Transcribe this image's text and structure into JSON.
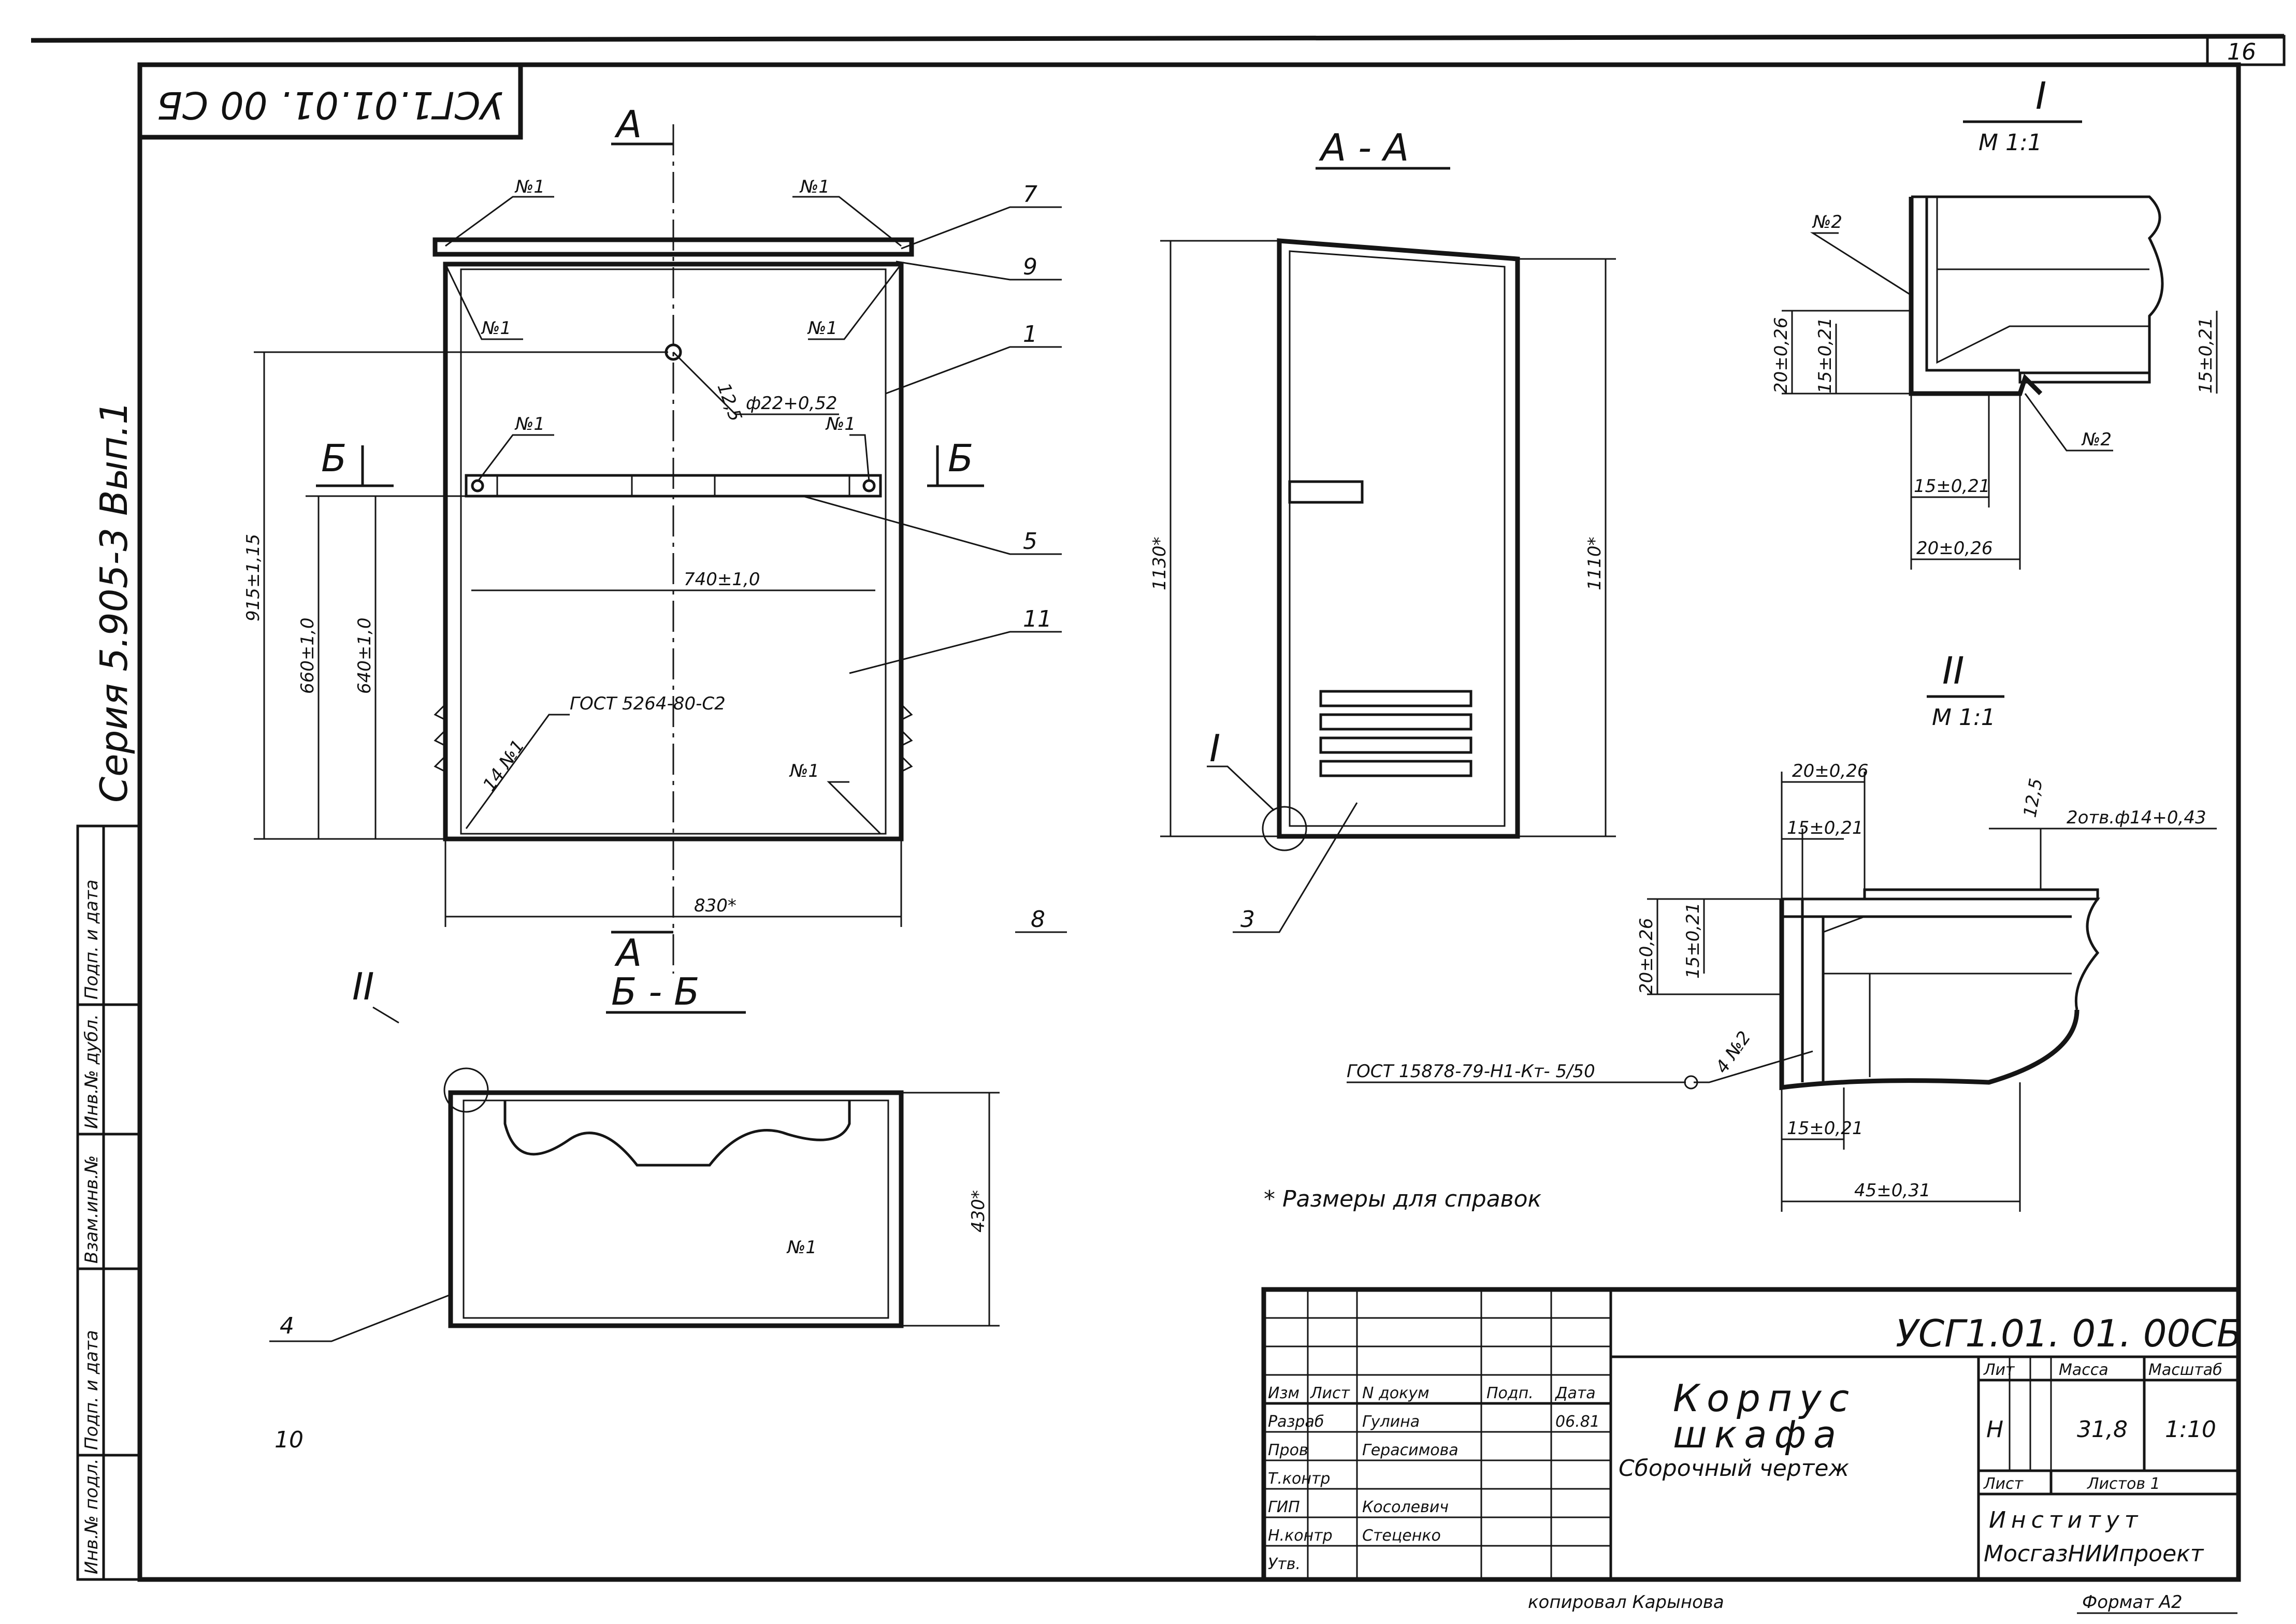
{
  "sheet": {
    "page_number": "16",
    "inverted_code": "УСГ1.01.01. 00 СБ",
    "series": "Серия 5.905-3  Вып.1",
    "copied_by": "копировал Карынова",
    "format": "Формат А2"
  },
  "side_stamp": [
    "Инв.№ подл.",
    "Подп. и дата",
    "Взам.инв.№",
    "Инв.№ дубл.",
    "Подп. и дата"
  ],
  "front_view": {
    "section_mark": "А",
    "positions": [
      "7",
      "9",
      "1",
      "5",
      "11",
      "8"
    ],
    "weld_marks": [
      "№1",
      "№1",
      "№1",
      "№1",
      "№1",
      "№1",
      "№1",
      "14 №1"
    ],
    "hole": "ф22+0,52",
    "hole_depth": "12,5",
    "dims": {
      "width_total": "830*",
      "inner_width": "740±1,0",
      "h915": "915±1,15",
      "h660": "660±1,0",
      "h640": "640±1,0"
    },
    "gost_note": "ГОСТ 5264-80-С2",
    "cut_mark": "Б"
  },
  "section_aa": {
    "title": "А - А",
    "dims": {
      "left_height": "1130*",
      "right_height": "1110*"
    },
    "detail_mark": "I",
    "position": "3"
  },
  "detail_1": {
    "title": "I",
    "scale": "М 1:1",
    "dims": [
      "20±0,26",
      "15±0,21",
      "15±0,21",
      "20±0,26",
      "15±0,21"
    ],
    "weld_marks": [
      "№2",
      "№2"
    ]
  },
  "detail_2": {
    "title": "II",
    "scale": "М 1:1",
    "dims": [
      "20±0,26",
      "15±0,21",
      "20±0,26",
      "15±0,21",
      "15±0,21",
      "45±0,31",
      "12,5"
    ],
    "holes": "2отв.ф14+0,43",
    "weld_mark": "4 №2",
    "gost_note": "ГОСТ 15878-79-Н1-Кт- 5/50"
  },
  "section_bb": {
    "title": "Б - Б",
    "detail_mark": "II",
    "depth": "430*",
    "weld_mark": "№1",
    "positions": [
      "4",
      "10"
    ]
  },
  "note": "* Размеры для справок",
  "title_block": {
    "code": "УСГ1.01. 01. 00СБ",
    "name_line1": "Корпус",
    "name_line2": "шкафа",
    "doc_type": "Сборочный чертеж",
    "headers": [
      "Изм",
      "Лист",
      "N докум",
      "Подп.",
      "Дата"
    ],
    "roles": [
      "Разраб",
      "Пров",
      "Т.контр",
      "ГИП",
      "Н.контр",
      "Утв."
    ],
    "names": [
      "Гулина",
      "Герасимова",
      "",
      "Косолевич",
      "Стеценко"
    ],
    "dates": [
      "06.81",
      "",
      "",
      "",
      ""
    ],
    "lit_label": "Лит",
    "lit_value": "Н",
    "mass_label": "Масса",
    "mass_value": "31,8",
    "scale_label": "Масштаб",
    "scale_value": "1:10",
    "sheet_label": "Лист",
    "sheets_label": "Листов 1",
    "org_line1": "Институт",
    "org_line2": "МосгазНИИпроект"
  }
}
